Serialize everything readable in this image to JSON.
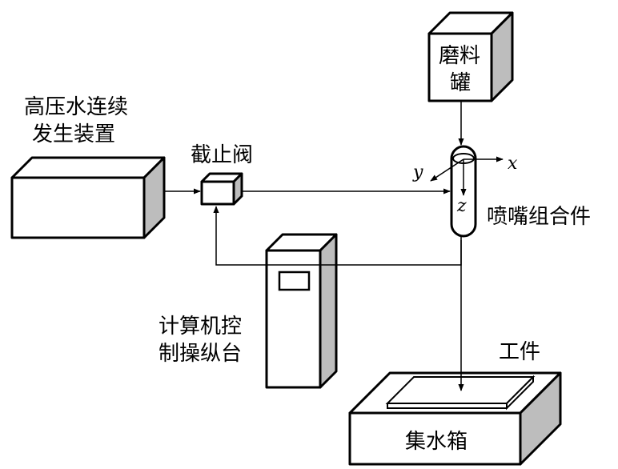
{
  "labels": {
    "generator_line1": "高压水连续",
    "generator_line2": "发生装置",
    "valve": "截止阀",
    "hopper_line1": "磨料",
    "hopper_line2": "罐",
    "nozzle": "喷嘴组合件",
    "console_line1": "计算机控",
    "console_line2": "制操纵台",
    "workpiece": "工件",
    "tank": "集水箱"
  },
  "axes": {
    "x": "x",
    "y": "y",
    "z": "z"
  },
  "colors": {
    "line": "#000000",
    "side_face": "#bdbdbd",
    "background": "#ffffff"
  }
}
